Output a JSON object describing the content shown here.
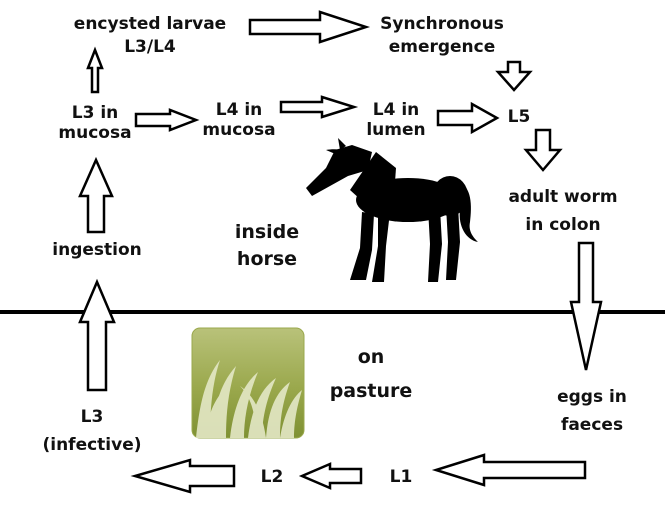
{
  "nodes": {
    "encysted": {
      "line1": "encysted larvae",
      "line2": "L3/L4"
    },
    "synchronous": {
      "line1": "Synchronous",
      "line2": "emergence"
    },
    "l3_mucosa": {
      "line1": "L3 in",
      "line2": "mucosa"
    },
    "l4_mucosa": {
      "line1": "L4 in",
      "line2": "mucosa"
    },
    "l4_lumen": {
      "line1": "L4 in",
      "line2": "lumen"
    },
    "l5": "L5",
    "adult": {
      "line1": "adult worm",
      "line2": "in colon"
    },
    "ingestion": "ingestion",
    "eggs": {
      "line1": "eggs in",
      "line2": "faeces"
    },
    "l3_infective": {
      "line1": "L3",
      "line2": "(infective)"
    },
    "l2": "L2",
    "l1": "L1"
  },
  "regions": {
    "inside": {
      "line1": "inside",
      "line2": "horse"
    },
    "pasture": {
      "line1": "on",
      "line2": "pasture"
    }
  },
  "icons": {
    "horse": "horse-silhouette-icon",
    "grass": "grass-tile-icon"
  },
  "colors": {
    "ink": "#000000",
    "grass_dark": "#8a9a3a",
    "grass_light": "#d6dcae"
  }
}
